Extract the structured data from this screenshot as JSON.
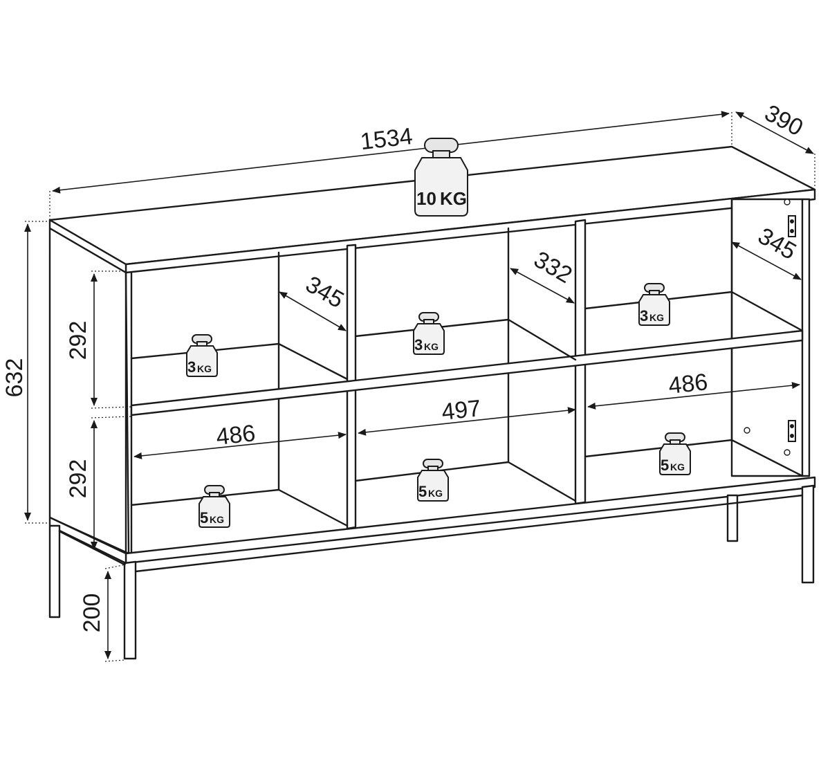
{
  "dimensions": {
    "width": "1534",
    "depth": "390",
    "total_height": "632",
    "leg_height": "200",
    "upper_shelf_height": "292",
    "lower_shelf_height": "292",
    "left_inner_depth": "345",
    "middle_inner_depth": "332",
    "right_inner_depth": "345",
    "left_compartment_width": "486",
    "middle_compartment_width": "497",
    "right_compartment_width": "486"
  },
  "loads": {
    "top": {
      "value": "10",
      "unit": "KG"
    },
    "left_upper": {
      "value": "3",
      "unit": "KG"
    },
    "middle_upper": {
      "value": "3",
      "unit": "KG"
    },
    "right_upper": {
      "value": "3",
      "unit": "KG"
    },
    "left_lower": {
      "value": "5",
      "unit": "KG"
    },
    "middle_lower": {
      "value": "5",
      "unit": "KG"
    },
    "right_lower": {
      "value": "5",
      "unit": "KG"
    }
  }
}
